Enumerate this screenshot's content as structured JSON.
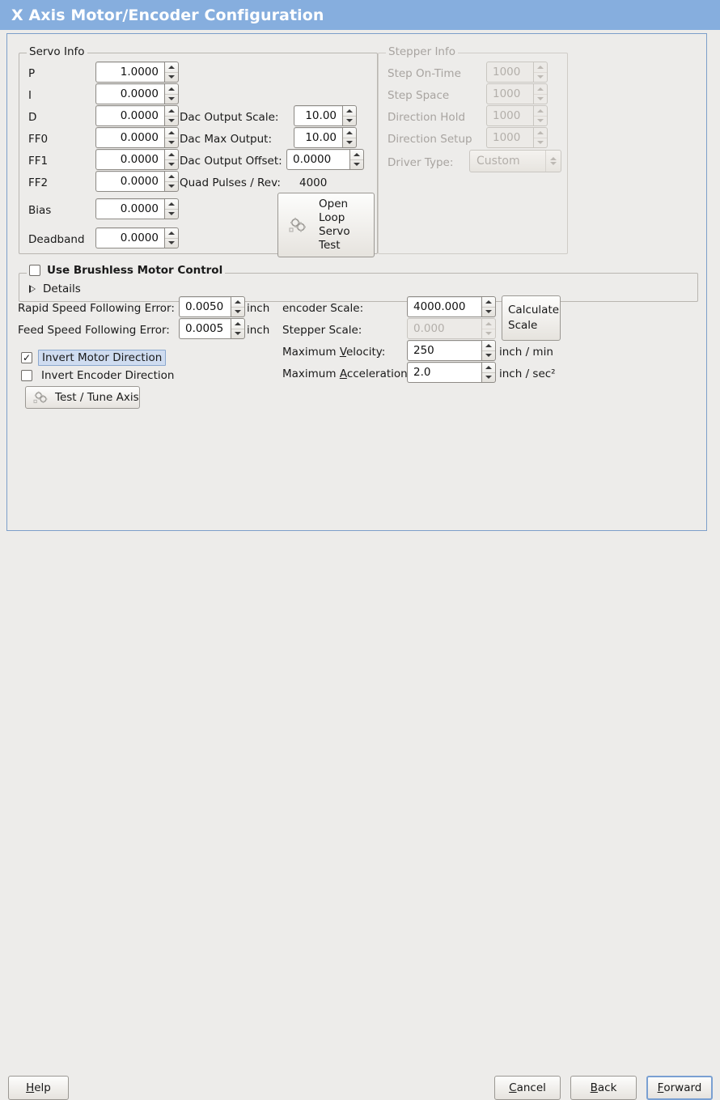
{
  "window": {
    "title": "X Axis Motor/Encoder Configuration",
    "title_bar_color": "#86aede",
    "panel_border_color": "#7d9fca",
    "background_color": "#edecea"
  },
  "servo_info": {
    "legend": "Servo Info",
    "rows": [
      {
        "label": "P",
        "value": "1.0000"
      },
      {
        "label": "I",
        "value": "0.0000"
      },
      {
        "label": "D",
        "value": "0.0000"
      },
      {
        "label": "FF0",
        "value": "0.0000"
      },
      {
        "label": "FF1",
        "value": "0.0000"
      },
      {
        "label": "FF2",
        "value": "0.0000"
      },
      {
        "label": "Bias",
        "value": "0.0000"
      },
      {
        "label": "Deadband",
        "value": "0.0000"
      }
    ],
    "dac": [
      {
        "label": "Dac Output Scale:",
        "value": "10.00"
      },
      {
        "label": "Dac Max Output:",
        "value": "10.00"
      },
      {
        "label": "Dac Output Offset:",
        "value": "0.0000"
      }
    ],
    "quad_pulses_label": "Quad Pulses / Rev:",
    "quad_pulses_value": "4000",
    "open_loop_button": {
      "line1": "Open",
      "line2": "Loop",
      "line3": "Servo",
      "line4": "Test",
      "icon": "gears-icon"
    }
  },
  "stepper_info": {
    "legend": "Stepper Info",
    "enabled": false,
    "rows": [
      {
        "label": "Step On-Time",
        "value": "1000"
      },
      {
        "label": "Step Space",
        "value": "1000"
      },
      {
        "label": "Direction Hold",
        "value": "1000"
      },
      {
        "label": "Direction Setup",
        "value": "1000"
      }
    ],
    "driver_type_label": "Driver Type:",
    "driver_type_value": "Custom"
  },
  "brushless": {
    "checkbox_label": "Use Brushless Motor Control",
    "checked": false,
    "details_label": "Details",
    "details_expanded": false
  },
  "tuning": {
    "rapid_following_error": {
      "label": "Rapid Speed Following Error:",
      "value": "0.0050",
      "unit": "inch"
    },
    "feed_following_error": {
      "label": "Feed Speed Following Error:",
      "value": "0.0005",
      "unit": "inch"
    },
    "invert_motor": {
      "label": "Invert Motor Direction",
      "checked": true,
      "focused": true
    },
    "invert_encoder": {
      "label": "Invert Encoder Direction",
      "checked": false,
      "focused": false
    },
    "test_tune_button": {
      "label": "Test / Tune Axis",
      "icon": "gears-icon"
    }
  },
  "scaling": {
    "encoder_scale": {
      "label": "encoder Scale:",
      "value": "4000.000",
      "unit": "",
      "enabled": true
    },
    "stepper_scale": {
      "label": "Stepper Scale:",
      "value": "0.000",
      "unit": "",
      "enabled": false
    },
    "max_velocity": {
      "label": "Maximum Velocity:",
      "label_pre": "Maximum ",
      "label_key": "V",
      "label_post": "elocity:",
      "value": "250",
      "unit": "inch / min",
      "enabled": true
    },
    "max_accel": {
      "label": "Maximum Acceleration:",
      "label_pre": "Maximum ",
      "label_key": "A",
      "label_post": "cceleration:",
      "value": "2.0",
      "unit": "inch / sec²",
      "enabled": true
    },
    "calculate_button": {
      "line1": "Calculate",
      "line2": "Scale"
    }
  },
  "footer": {
    "help": {
      "pre": "",
      "key": "H",
      "post": "elp"
    },
    "cancel": {
      "pre": "",
      "key": "C",
      "post": "ancel"
    },
    "back": {
      "pre": "",
      "key": "B",
      "post": "ack"
    },
    "forward": {
      "pre": "",
      "key": "F",
      "post": "orward",
      "focused": true
    }
  }
}
